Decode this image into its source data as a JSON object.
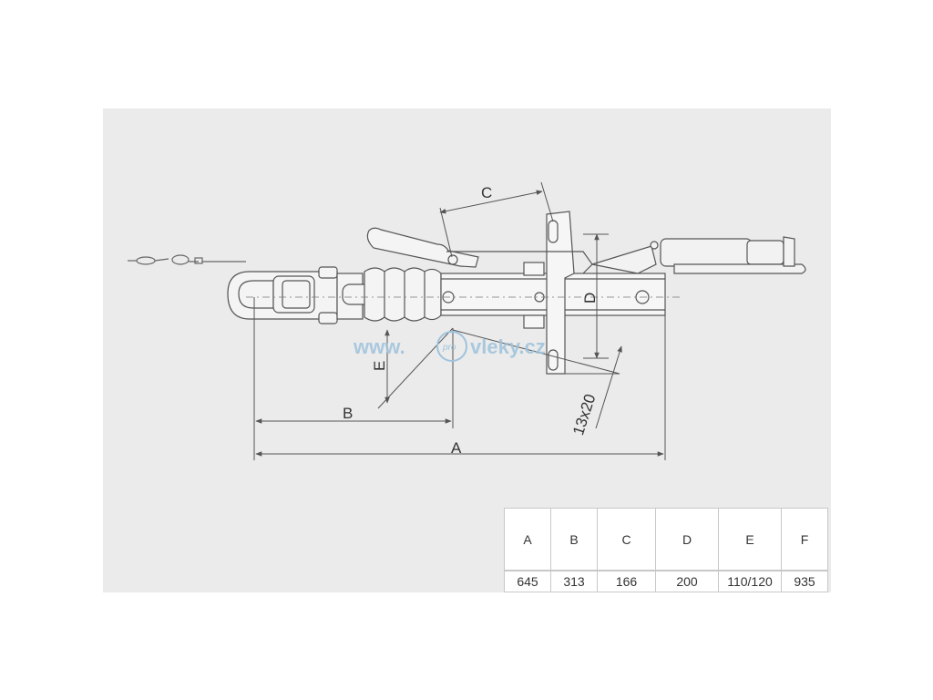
{
  "dimension_labels": {
    "a": "A",
    "b": "B",
    "c": "C",
    "d": "D",
    "e": "E",
    "slot": "13x20"
  },
  "watermark": {
    "left": "www.",
    "center": "pro",
    "right": "vleky.cz"
  },
  "table": {
    "headers": [
      "A",
      "B",
      "C",
      "D",
      "E",
      "F"
    ],
    "values": [
      "645",
      "313",
      "166",
      "200",
      "110/120",
      "935"
    ]
  },
  "colors": {
    "panel": "#ebebeb",
    "line": "#555555",
    "watermark": "#9ec3dc"
  }
}
